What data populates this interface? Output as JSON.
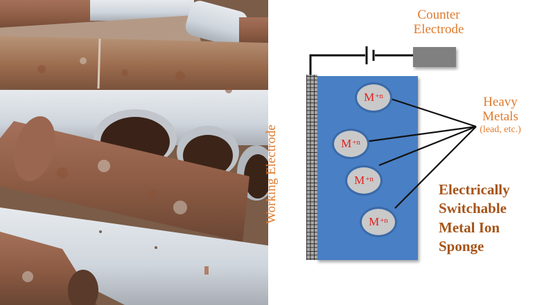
{
  "photo": {
    "subject": "pile of rusty corroded metal pipes",
    "icon": "rusty-pipes-photo"
  },
  "diagram": {
    "counter_electrode_label": [
      "Counter",
      "Electrode"
    ],
    "working_electrode_label": "Working Electrode",
    "heavy_metals_label": [
      "Heavy",
      "Metals"
    ],
    "heavy_metals_sublabel": "(lead, etc.)",
    "ions": [
      {
        "base": "M",
        "charge": "+n"
      },
      {
        "base": "M",
        "charge": "+n"
      },
      {
        "base": "M",
        "charge": "+n"
      },
      {
        "base": "M",
        "charge": "+n"
      }
    ],
    "title_lines": [
      "Electrically",
      "Switchable",
      "Metal Ion",
      "Sponge"
    ],
    "colors": {
      "label_orange": "#e07b2e",
      "title_brown": "#a65418",
      "sponge_blue": "#4a7fc4",
      "ion_gray": "#c9c9c9",
      "ion_text_red": "#e02020",
      "counter_electrode_gray": "#808080"
    }
  }
}
